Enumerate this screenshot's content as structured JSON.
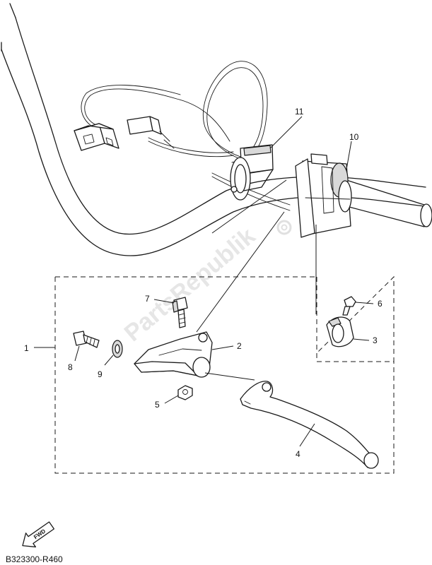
{
  "diagram": {
    "callouts": [
      {
        "id": "1",
        "label": "1"
      },
      {
        "id": "2",
        "label": "2"
      },
      {
        "id": "3",
        "label": "3"
      },
      {
        "id": "4",
        "label": "4"
      },
      {
        "id": "5",
        "label": "5"
      },
      {
        "id": "6",
        "label": "6"
      },
      {
        "id": "7",
        "label": "7"
      },
      {
        "id": "8",
        "label": "8"
      },
      {
        "id": "9",
        "label": "9"
      },
      {
        "id": "10",
        "label": "10"
      },
      {
        "id": "11",
        "label": "11"
      }
    ],
    "watermark": "PartsRepublik",
    "fwd_label": "FWD",
    "drawing_code": "B323300-R460"
  }
}
